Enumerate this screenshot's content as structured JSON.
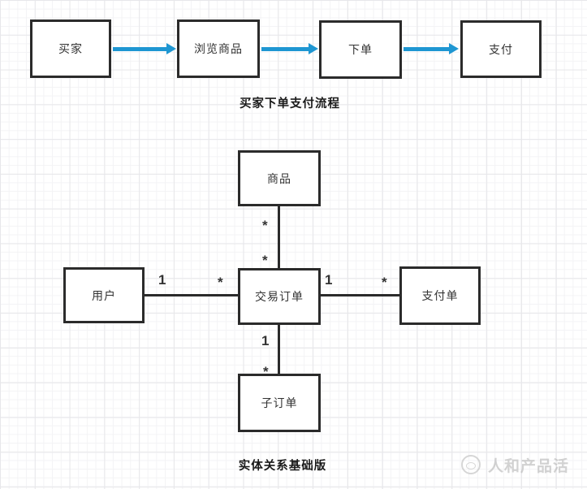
{
  "colors": {
    "arrow_blue": "#1E96D2",
    "shape_border": "#2B2B2B",
    "text": "#333333",
    "grid_minor": "#F3F3F5",
    "grid_major": "#E7E7EA"
  },
  "flow_diagram": {
    "title": "买家下单支付流程",
    "nodes": [
      "买家",
      "浏览商品",
      "下单",
      "支付"
    ]
  },
  "er_diagram": {
    "title": "实体关系基础版",
    "entities": [
      "商品",
      "用户",
      "交易订单",
      "支付单",
      "子订单"
    ],
    "relations": [
      {
        "from": "商品",
        "to": "交易订单",
        "from_label": "*",
        "to_label": "*"
      },
      {
        "from": "用户",
        "to": "交易订单",
        "from_label": "1",
        "to_label": "*"
      },
      {
        "from": "交易订单",
        "to": "支付单",
        "from_label": "1",
        "to_label": "*"
      },
      {
        "from": "交易订单",
        "to": "子订单",
        "from_label": "1",
        "to_label": "*"
      }
    ]
  },
  "watermark": {
    "text": "人和产品活",
    "logo": "circle-logo"
  }
}
